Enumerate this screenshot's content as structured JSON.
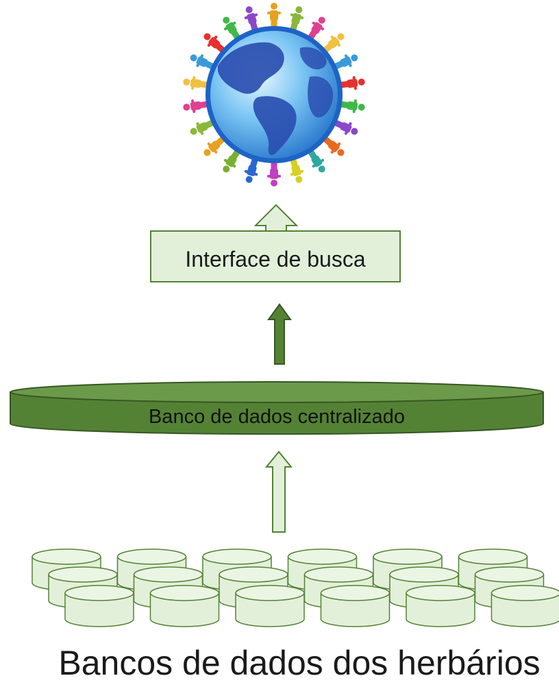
{
  "diagram": {
    "globe_icon": "globe-with-people-icon",
    "search_interface": {
      "label": "Interface de busca"
    },
    "central_db": {
      "label": "Banco de dados centralizado"
    },
    "herbarium_dbs": {
      "label": "Bancos de dados dos herbários",
      "count": 18
    },
    "colors": {
      "box_fill": "#e2f0d9",
      "box_stroke": "#548235",
      "db_fill": "#548235",
      "db_dark": "#375623",
      "cyl_fill": "#e2f0d9",
      "cyl_top": "#ebf5e4",
      "ocean": "#2f8fe0",
      "land": "#2a4fb0"
    }
  }
}
